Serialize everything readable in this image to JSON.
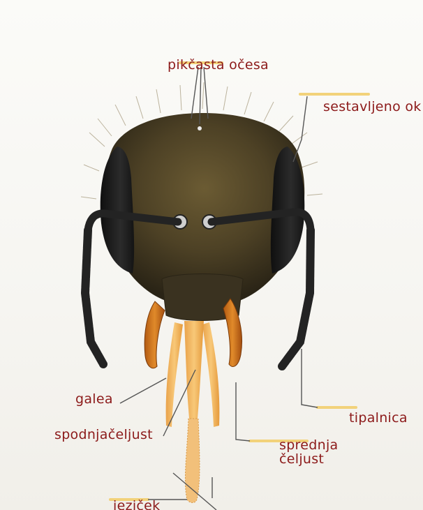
{
  "labels": {
    "simple_eyes": "pikčasta očesa",
    "compound_eye": "sestavljeno ok",
    "galea": "galea",
    "lower_jaw": "spodnjačeljust",
    "palp": "tipalnica",
    "front_jaw_line1": "sprednja",
    "front_jaw_line2": "čeljust",
    "tongue": "jeziček"
  },
  "colors": {
    "label_text": "#8c1a1a",
    "highlight_bar": "#f2d27a",
    "leader_line": "#555555",
    "head_fur": "#4a3f22",
    "eye_black": "#1c1c1c",
    "mandible": "#d0781c",
    "proboscis": "#f0b45a"
  }
}
